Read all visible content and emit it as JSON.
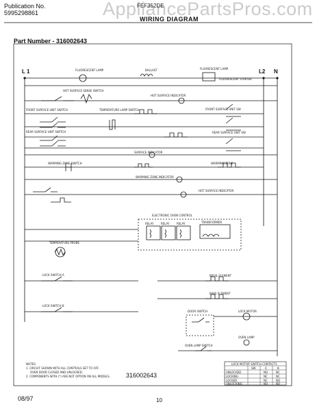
{
  "header": {
    "publication_label": "Publication No.",
    "publication_number": "5995298861",
    "model": "FEF352DE",
    "diagram_title": "WIRING DIAGRAM",
    "watermark": "AppliancePartsPros.com"
  },
  "part_number": "Part Number - 316002643",
  "lines": {
    "l1": "L 1",
    "l2": "L2",
    "n": "N"
  },
  "labels": {
    "fluorescent_lamp_1": "FLUORESCENT LAMP",
    "ballast": "BALLAST",
    "fluorescent_lamp_2": "FLUORESCENT LAMP",
    "fluorescent_starter": "FLUORESCENT STARTER",
    "hot_surface_switch": "HOT SURFACE SENSE SWITCH",
    "hot_surface_indicator_top": "HOT SURFACE INDICATOR",
    "front_surface_unit_sw": "FRONT SURFACE UNIT SW",
    "rear_surface_unit_sw": "REAR SURFACE UNIT SW",
    "front_switch": "FRONT SURFACE UNIT SWITCH",
    "temperature_lamp_switch": "TEMPERATURE LAMP SWITCH",
    "rear_switch": "REAR SURFACE UNIT SWITCH",
    "surface_indicator": "SURFACE INDICATOR",
    "warming_zone_switch": "WARMING ZONE SWITCH",
    "warming_zone": "WARMING ZONE",
    "warming_zone_indicator": "WARMING ZONE INDICATOR",
    "hot_surface_indicator": "HOT SURFACE INDICATOR",
    "electronic_oven_control": "ELECTRONIC OVEN CONTROL",
    "temperature_probe": "TEMPERATURE PROBE",
    "lock_switch_a": "LOCK SWITCH A",
    "lock_switch_b": "LOCK SWITCH B",
    "broil_element": "BROIL ELEMENT",
    "bake_element": "BAKE ELEMENT",
    "door_switch": "DOOR SWITCH",
    "lock_motor": "LOCK MOTOR",
    "oven_lamp": "OVEN LAMP",
    "oven_lamp_switch": "OVEN LAMP SWITCH",
    "relay_1": "RELAY",
    "relay_2": "RELAY",
    "relay_3": "RELAY",
    "transformer": "TRANSFORMER"
  },
  "notes": {
    "heading": "NOTES:",
    "note1": "1. CIRCUIT SHOWN WITH ALL CONTROLS SET TO OFF.",
    "note1b": "OVEN DOOR CLOSED AND UNLOCKED.",
    "note2": "2. COMPONENTS WITH (*) ARE NOT OPTION ON ALL MODELS."
  },
  "diagram_code": "316002643",
  "lock_table": {
    "title": "LOCK MOTOR SWITCH CONTACTS",
    "header": [
      "",
      "SW",
      "A",
      "B"
    ],
    "rows": [
      [
        "UNLOCKED",
        "",
        "NO",
        "NC"
      ],
      [
        "LOCKING",
        "",
        "NC",
        "NC"
      ],
      [
        "LOCKED",
        "",
        "NC",
        "NO"
      ],
      [
        "UNLOCKING",
        "",
        "NO",
        "NO"
      ]
    ]
  },
  "footer": {
    "date": "08/97",
    "page": "10"
  }
}
